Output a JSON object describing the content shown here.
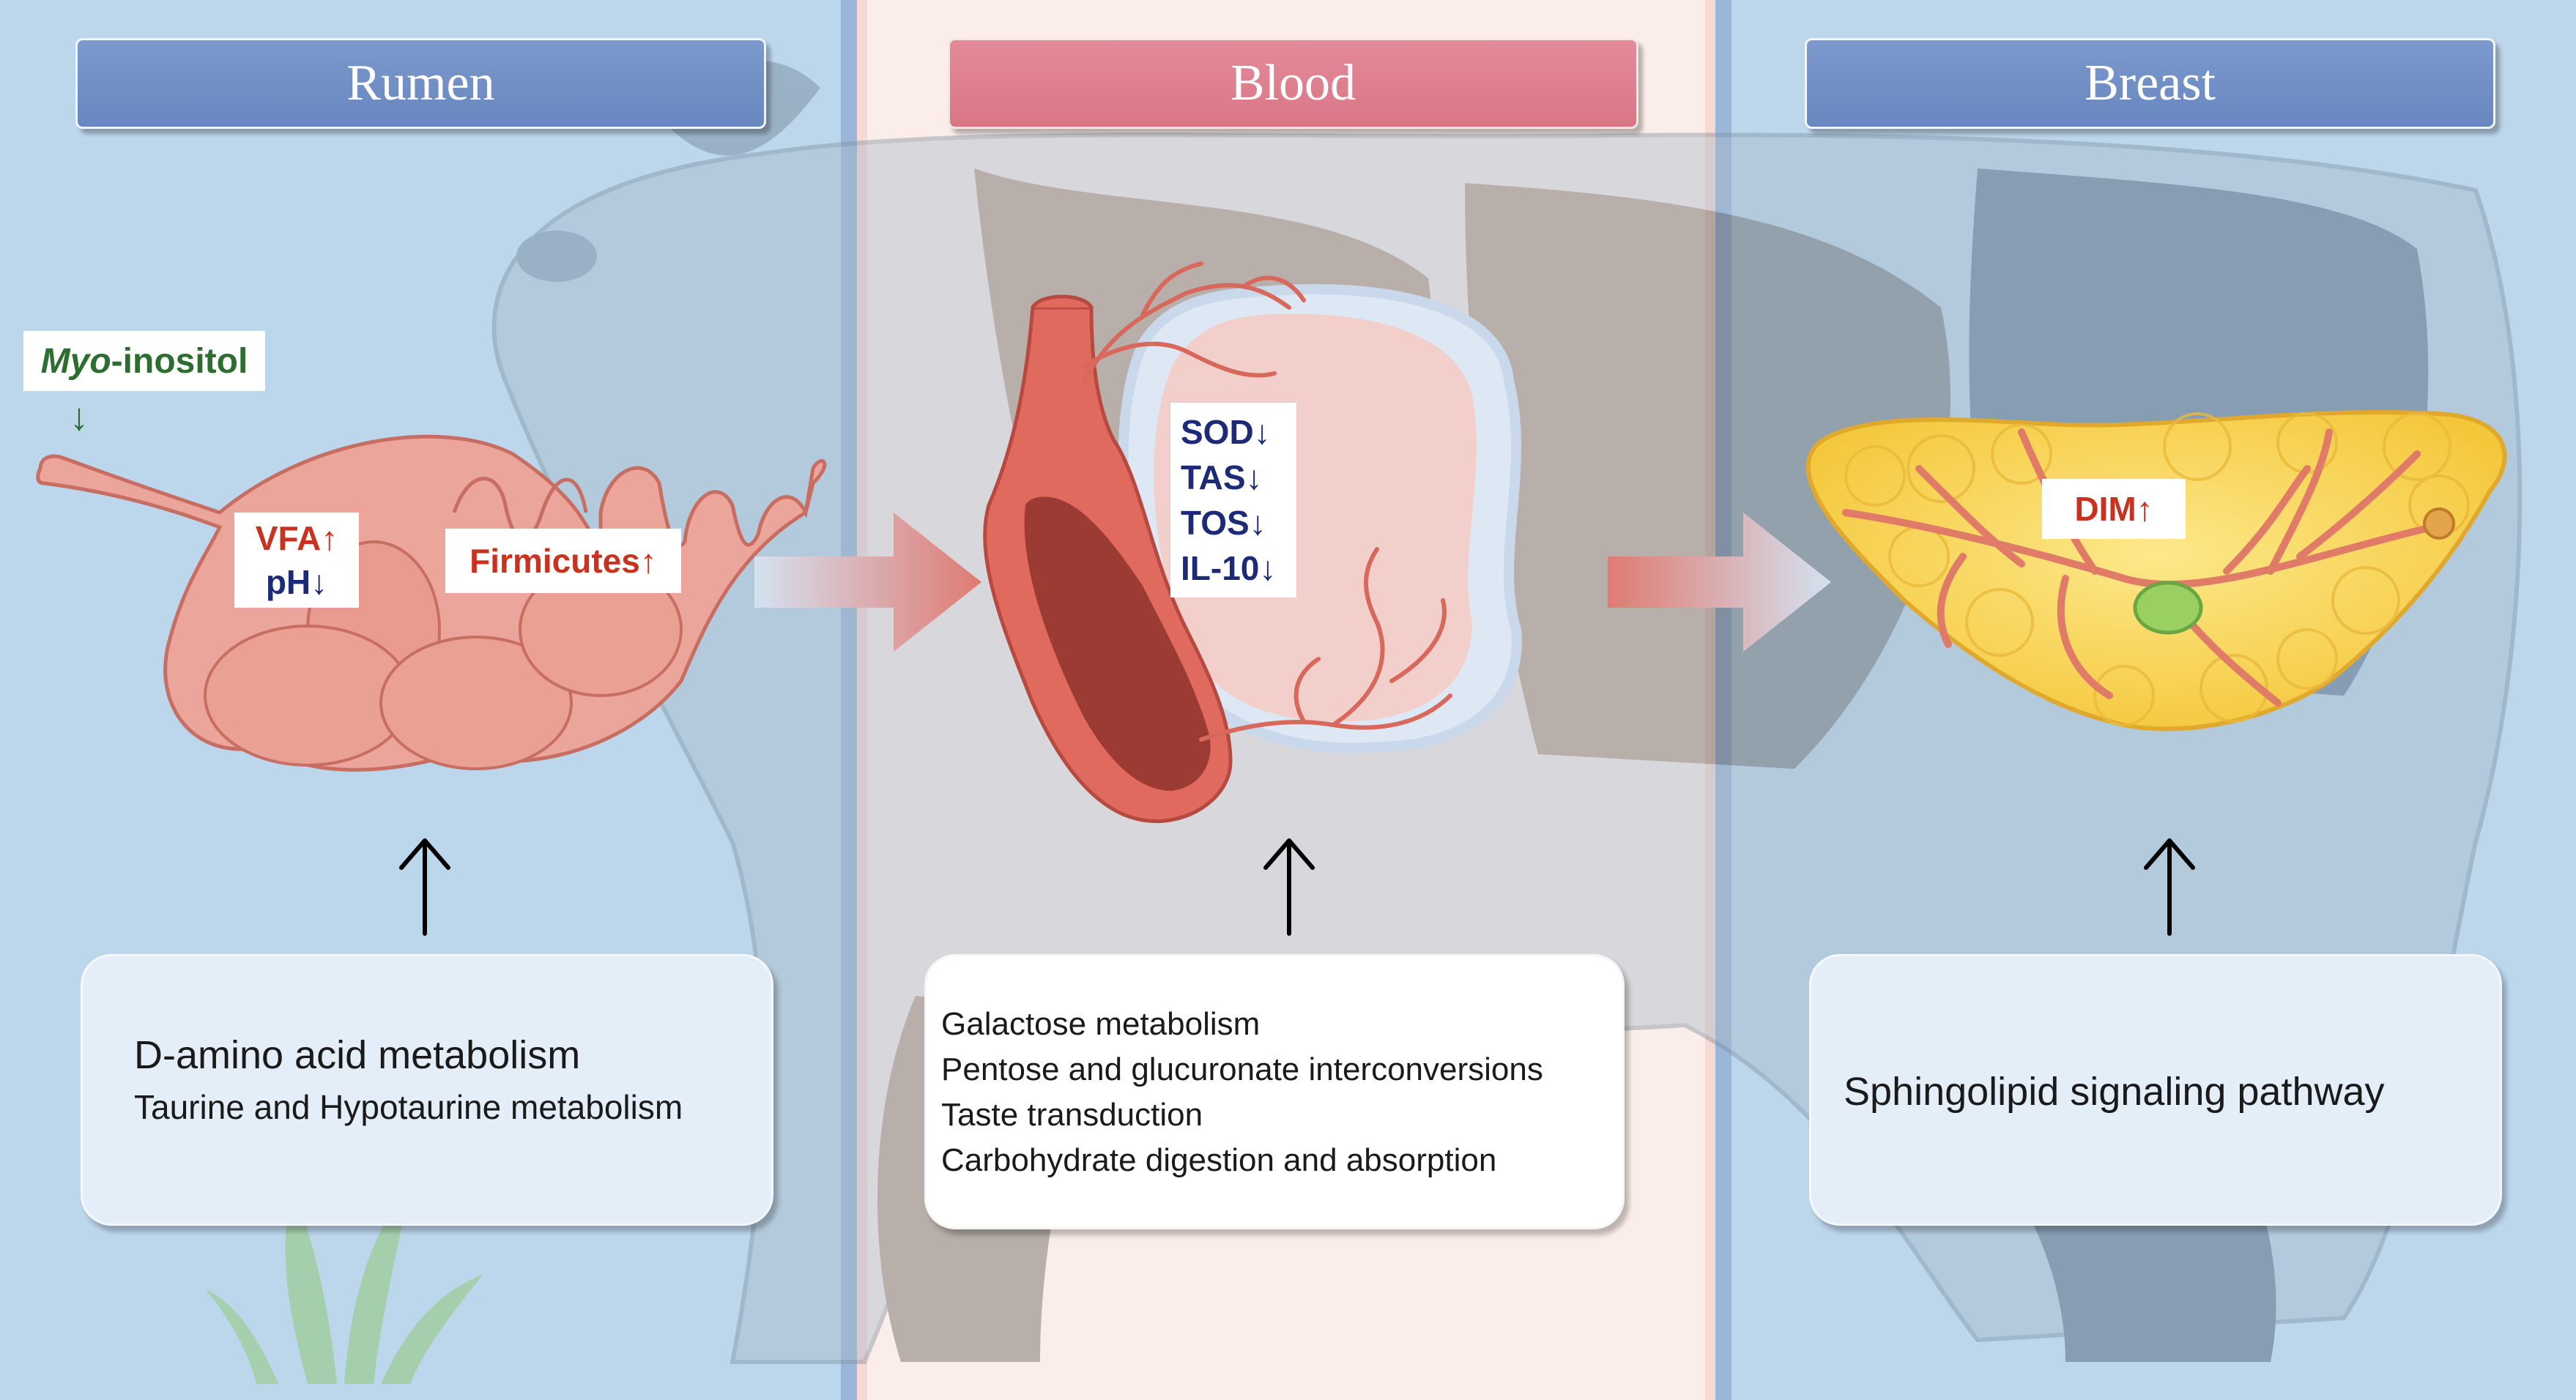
{
  "panels": {
    "rumen": {
      "title": "Rumen",
      "supplement": {
        "name_italic": "Myo",
        "name_rest": "-inositol",
        "arrow": "↓"
      },
      "markers": [
        {
          "text": "VFA↑",
          "color": "#c8321e"
        },
        {
          "text": "pH↓",
          "color": "#1c2a78"
        }
      ],
      "microbe": "Firmicutes↑",
      "pathways": [
        "D-amino acid metabolism",
        "Taurine and Hypotaurine metabolism"
      ]
    },
    "blood": {
      "title": "Blood",
      "markers": [
        "SOD↓",
        "TAS↓",
        "TOS↓",
        "IL-10↓"
      ],
      "pathways": [
        "Galactose metabolism",
        "Pentose and glucuronate interconversions",
        "Taste transduction",
        "Carbohydrate digestion and absorption"
      ]
    },
    "breast": {
      "title": "Breast",
      "marker": "DIM↑",
      "pathways": [
        "Sphingolipid signaling pathway"
      ]
    }
  },
  "colors": {
    "side_panel": "#bcd6ec",
    "middle_panel": "#fbeeea",
    "up_marker": "#c8321e",
    "down_marker": "#1c2a78",
    "supplement": "#2b6e2f"
  }
}
